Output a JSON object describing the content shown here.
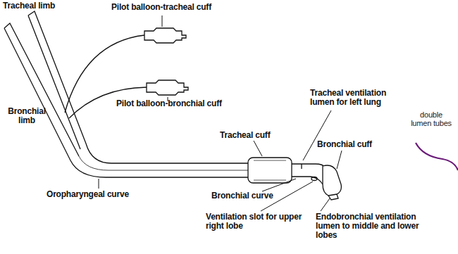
{
  "diagram": {
    "labels": [
      "Tracheal limb",
      "Pilot balloon-tracheal cuff",
      "Pilot balloon-bronchial cuff",
      "Bronchial limb",
      "Tracheal ventilation lumen for left lung",
      "Tracheal cuff",
      "Bronchial cuff",
      "Oropharyngeal curve",
      "Bronchial curve",
      "Ventilation slot for upper right lobe",
      "Endobronchial ventilation lumen to middle and lower lobes",
      "double lumen tubes"
    ]
  }
}
